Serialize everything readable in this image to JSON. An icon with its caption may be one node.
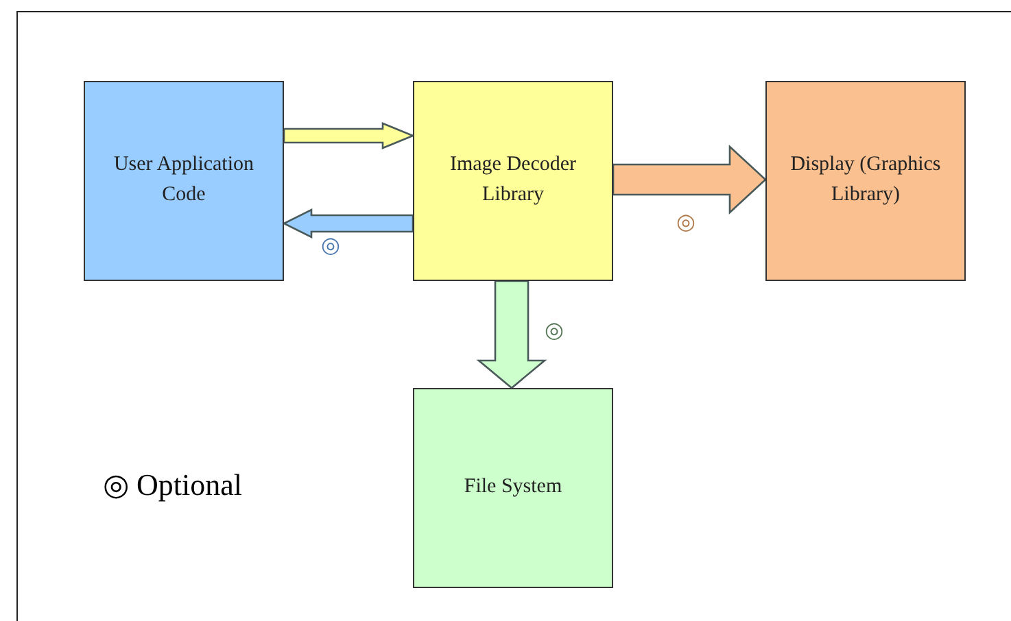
{
  "diagram": {
    "nodes": [
      {
        "text": [
          "User Application Code"
        ]
      },
      {
        "text": [
          "Image Decoder Library"
        ]
      },
      {
        "text": [
          "Display (Graphics Library)"
        ]
      },
      {
        "text": [
          "File System"
        ]
      }
    ],
    "edges": [
      {
        "from": 0,
        "to": 1,
        "arrow": "to",
        "style": "thick",
        "color": "#ffff99"
      },
      {
        "from": 1,
        "to": 0,
        "arrow": "to",
        "style": "thick",
        "color": "#99ccff",
        "label": "◎"
      },
      {
        "from": 1,
        "to": 2,
        "arrow": "to",
        "style": "thick",
        "color": "#fac090",
        "label": "◎"
      },
      {
        "from": 1,
        "to": 3,
        "arrow": "to",
        "style": "thick",
        "color": "#ccffcc",
        "label": "◎"
      }
    ],
    "labels": [
      "◎ Optional"
    ]
  }
}
